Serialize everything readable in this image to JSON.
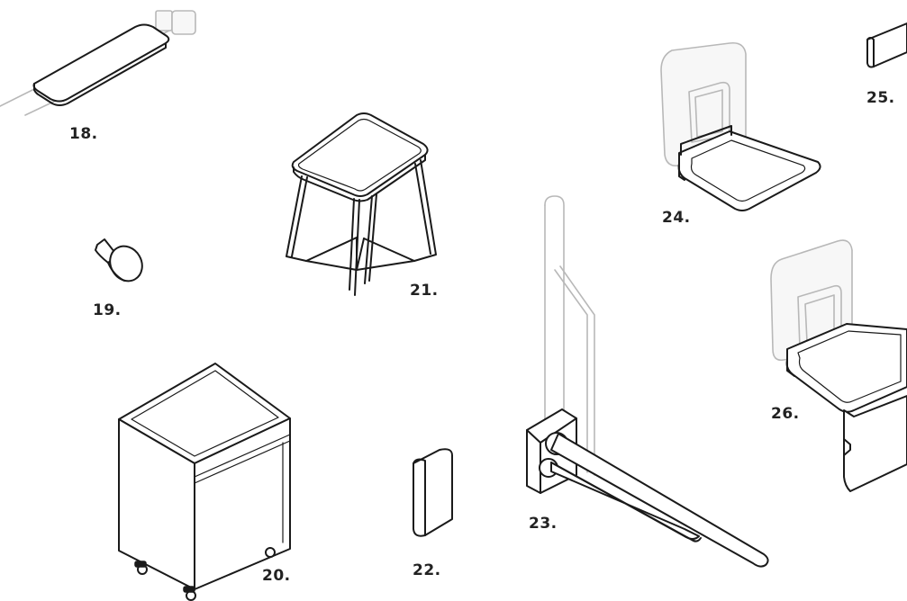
{
  "labels": {
    "item_18": "18.",
    "item_19": "19.",
    "item_20": "20.",
    "item_21": "21.",
    "item_22": "22.",
    "item_23": "23.",
    "item_24": "24.",
    "item_25": "25.",
    "item_26": "26."
  },
  "colors": {
    "ink": "#1a1a1a",
    "ghost_lines": "#b8b8b8",
    "background": "#ffffff"
  }
}
